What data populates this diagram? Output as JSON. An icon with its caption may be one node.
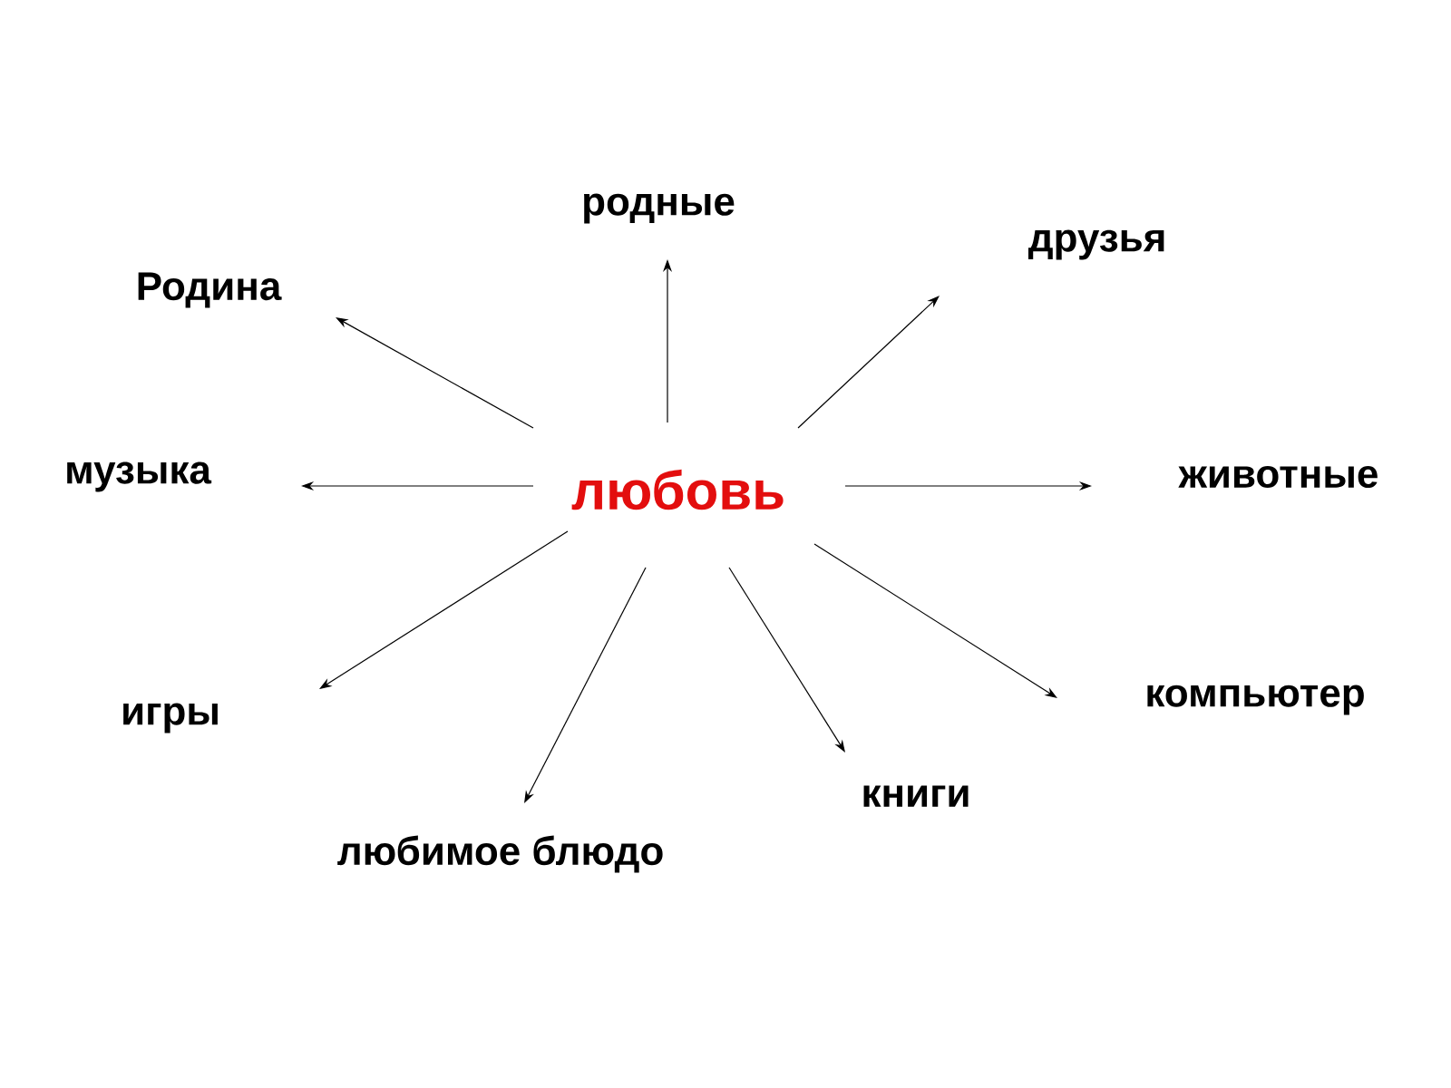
{
  "diagram": {
    "nodes": [
      {
        "text": [
          "родные"
        ]
      },
      {
        "text": [
          "друзья"
        ]
      },
      {
        "text": [
          "Родина"
        ]
      },
      {
        "text": [
          "музыка"
        ]
      },
      {
        "text": [
          "любовь"
        ]
      },
      {
        "text": [
          "животные"
        ]
      },
      {
        "text": [
          "компьютер"
        ]
      },
      {
        "text": [
          "игры"
        ]
      },
      {
        "text": [
          "книги"
        ]
      },
      {
        "text": [
          "любимое блюдо"
        ]
      }
    ],
    "edges": [
      {
        "from": 4,
        "to": 0,
        "arrow": "to"
      },
      {
        "from": 4,
        "to": 1,
        "arrow": "to"
      },
      {
        "from": 4,
        "to": 2,
        "arrow": "to"
      },
      {
        "from": 4,
        "to": 3,
        "arrow": "to"
      },
      {
        "from": 4,
        "to": 5,
        "arrow": "to"
      },
      {
        "from": 4,
        "to": 6,
        "arrow": "to"
      },
      {
        "from": 4,
        "to": 7,
        "arrow": "to"
      },
      {
        "from": 4,
        "to": 8,
        "arrow": "to"
      },
      {
        "from": 4,
        "to": 9,
        "arrow": "to"
      }
    ]
  }
}
